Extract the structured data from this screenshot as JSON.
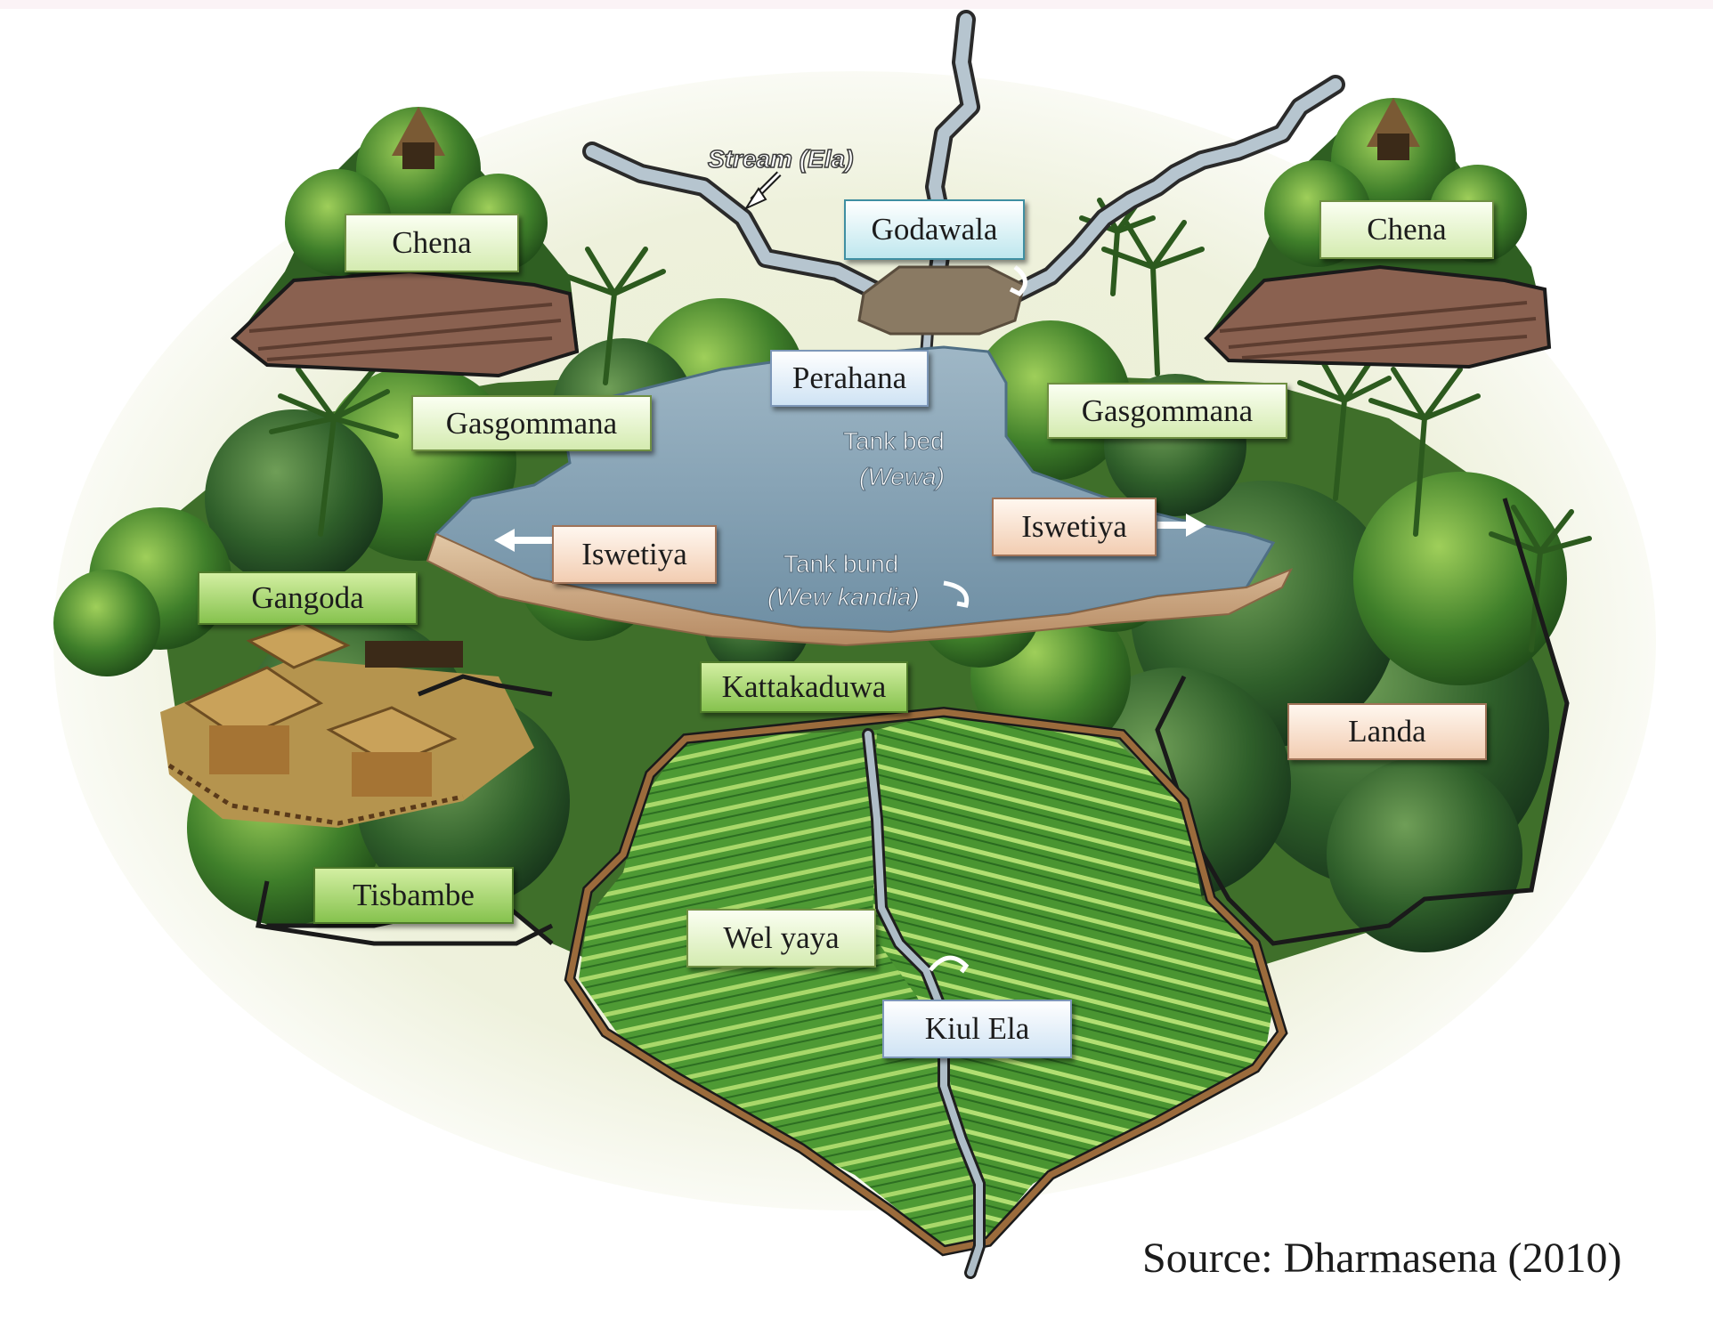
{
  "labels": {
    "chena_left": "Chena",
    "chena_right": "Chena",
    "godawala": "Godawala",
    "perahana": "Perahana",
    "gasgommana_left": "Gasgommana",
    "gasgommana_right": "Gasgommana",
    "iswetiya_left": "Iswetiya",
    "iswetiya_right": "Iswetiya",
    "gangoda": "Gangoda",
    "kattakaduwa": "Kattakaduwa",
    "landa": "Landa",
    "tisbambe": "Tisbambe",
    "wel_yaya": "Wel yaya",
    "kiul_ela": "Kiul  Ela"
  },
  "annotations": {
    "stream": "Stream (Ela)",
    "tank_bed": "Tank bed",
    "tank_bed_local": "(Wewa)",
    "tank_bund": "Tank bund",
    "tank_bund_local": "(Wew kandia)"
  },
  "source": "Source: Dharmasena (2010)"
}
